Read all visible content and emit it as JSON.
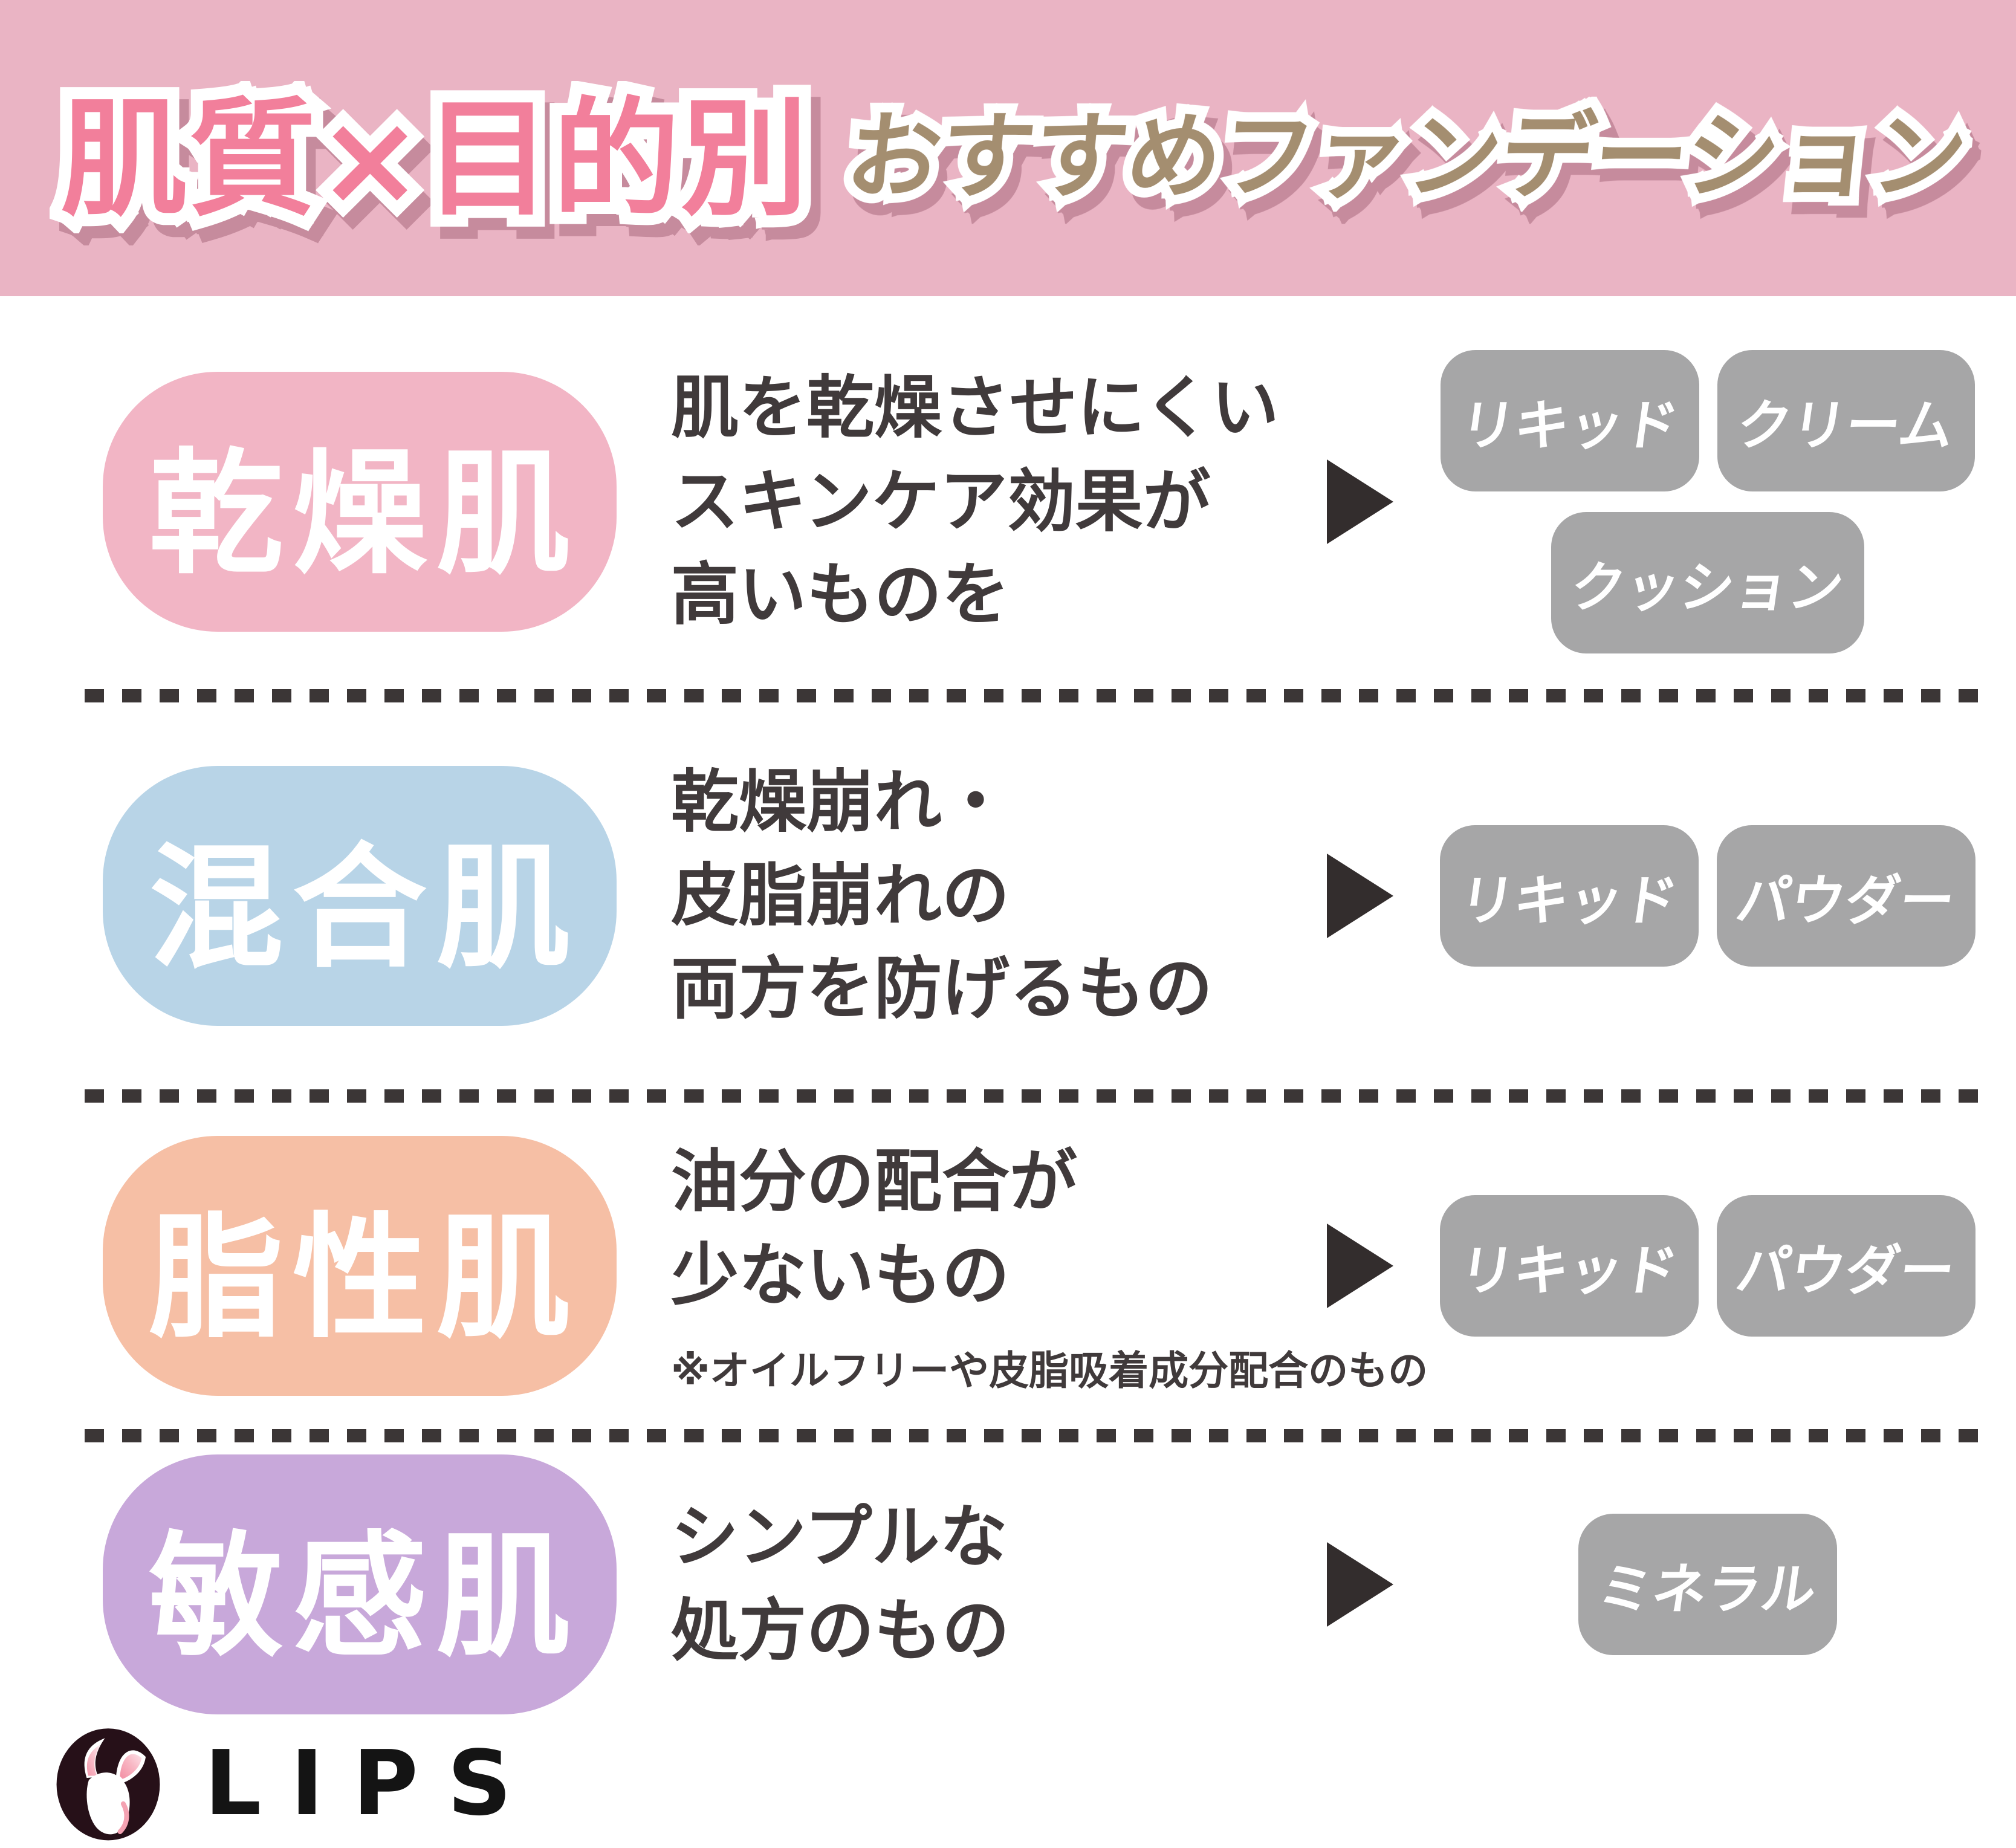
{
  "header": {
    "title_main": "肌質×目的別",
    "title_sub": "おすすめファンデーション",
    "bg_color": "#EAB4C4",
    "title_main_color": "#F27F9B",
    "title_sub_color": "#A48E70"
  },
  "rows": [
    {
      "skin_type": "乾燥肌",
      "badge_color": "#F2B5C5",
      "description_lines": [
        "肌を乾燥させにくい",
        "スキンケア効果が",
        "高いものを"
      ],
      "note": "",
      "tags": [
        "リキッド",
        "クリーム",
        "クッション"
      ]
    },
    {
      "skin_type": "混合肌",
      "badge_color": "#B8D4E7",
      "description_lines": [
        "乾燥崩れ・",
        "皮脂崩れの",
        "両方を防げるもの"
      ],
      "note": "",
      "tags": [
        "リキッド",
        "パウダー"
      ]
    },
    {
      "skin_type": "脂性肌",
      "badge_color": "#F6BFA5",
      "description_lines": [
        "油分の配合が",
        "少ないもの"
      ],
      "note": "※オイルフリーや皮脂吸着成分配合のもの",
      "tags": [
        "リキッド",
        "パウダー"
      ]
    },
    {
      "skin_type": "敏感肌",
      "badge_color": "#C8A8DA",
      "description_lines": [
        "シンプルな",
        "処方のもの"
      ],
      "note": "",
      "tags": [
        "ミネラル"
      ]
    }
  ],
  "footer": {
    "logo_text": "LIPS"
  },
  "colors": {
    "tag_bg": "#A6A6A7",
    "body_text": "#403A3B",
    "arrow": "#332D2D",
    "divider_dash": "#3B3636",
    "logo_oval": "#261018"
  }
}
